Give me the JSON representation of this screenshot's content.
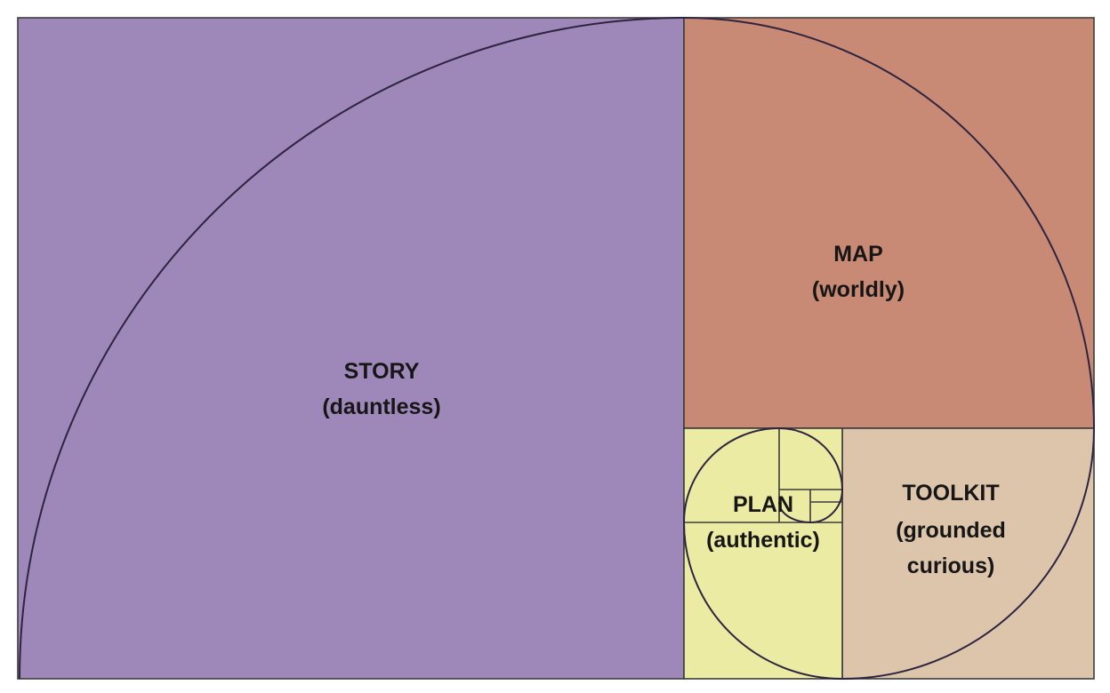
{
  "colors": {
    "story": "#9e87b9",
    "map": "#c88a74",
    "toolkit": "#dcc5aa",
    "plan": "#ebeba3",
    "border": "#3c3c3c",
    "spiral": "#2e2440"
  },
  "sections": {
    "story": {
      "title": "STORY",
      "subtitle": "(dauntless)"
    },
    "map": {
      "title": "MAP",
      "subtitle": "(worldly)"
    },
    "plan": {
      "title": "PLAN",
      "subtitle": "(authentic)"
    },
    "toolkit": {
      "title": "TOOLKIT",
      "subtitle": "(grounded",
      "subtitle2": "curious)"
    }
  }
}
